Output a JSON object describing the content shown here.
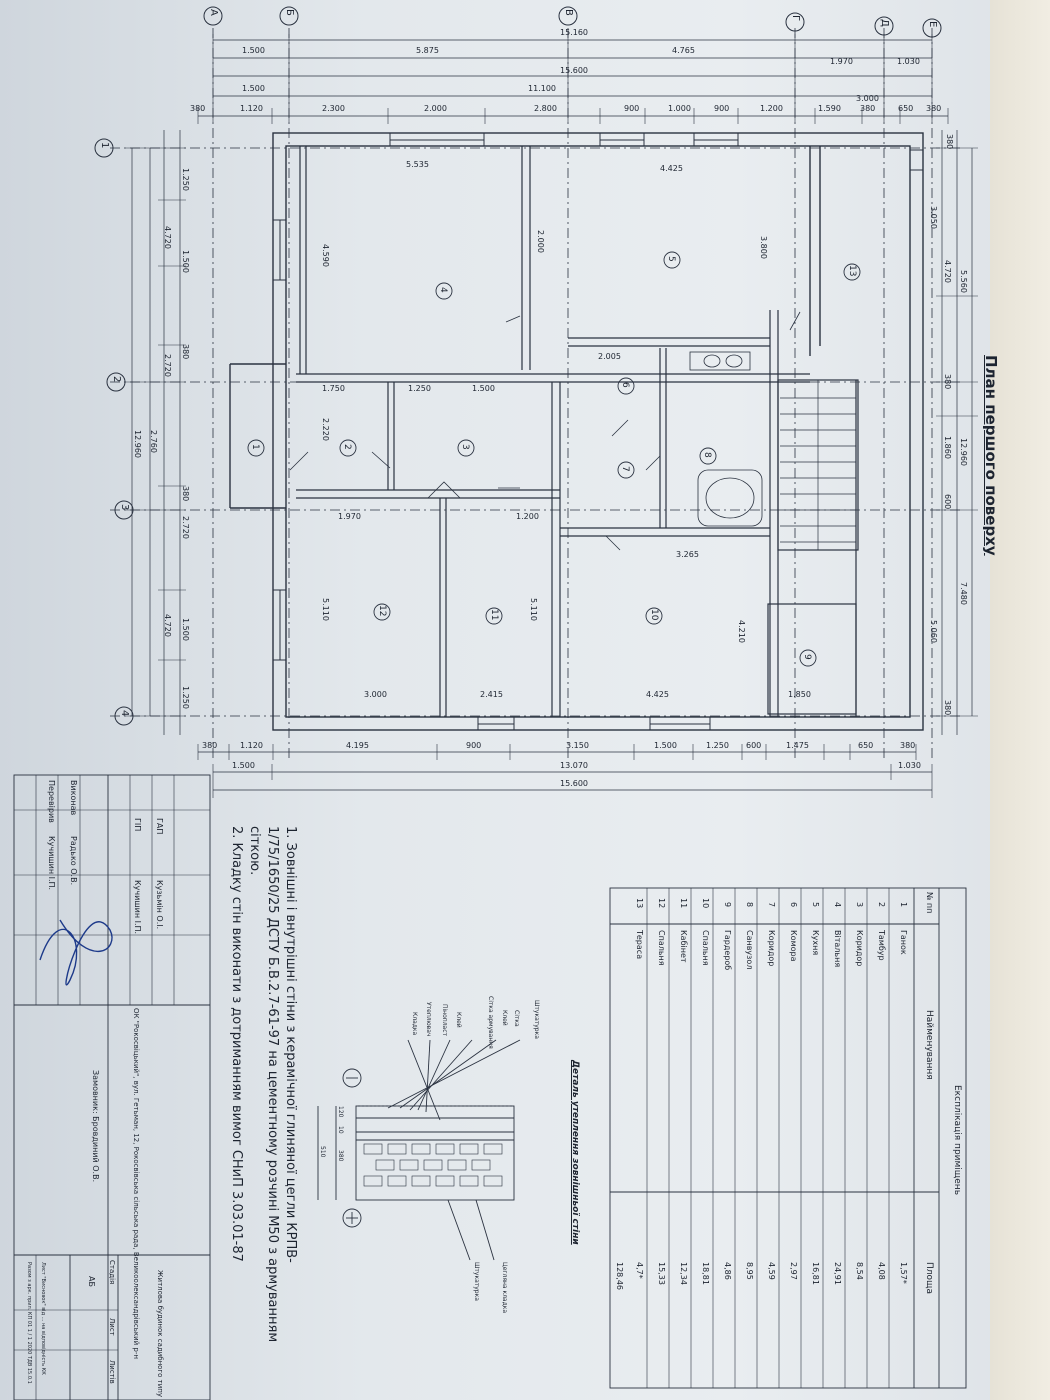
{
  "title": "План першого поверху",
  "grid_axes_top": [
    "А",
    "Б",
    "В",
    "Г",
    "Д",
    "Е"
  ],
  "grid_axes_left": [
    "1",
    "2",
    "3",
    "4"
  ],
  "top_dims_row1": [
    "1.500",
    "5.875",
    "4.765",
    "1.970",
    "1.030"
  ],
  "top_dims_overall_a": "15.160",
  "top_dims_overall_b": "15.600",
  "top_dims_row3": [
    "1.500",
    "11.100",
    "3.000"
  ],
  "top_dims_row4": [
    "380",
    "1.120",
    "2.300",
    "2.000",
    "2.800",
    "900",
    "1.000",
    "900",
    "1.200",
    "1.590",
    "380",
    "650",
    "380"
  ],
  "bottom_dims_row1": [
    "380",
    "1.120",
    "4.195",
    "900",
    "3.150",
    "1.500",
    "1.250",
    "600",
    "1.475",
    "650",
    "380"
  ],
  "bottom_dims_row2": [
    "1.500",
    "13.070",
    "1.030"
  ],
  "bottom_dims_overall": "15.600",
  "left_dims": [
    "1.250",
    "4.720",
    "1.500",
    "380",
    "2.720",
    "2.760",
    "12.960",
    "380",
    "2.720",
    "1.500",
    "4.720",
    "1.250"
  ],
  "right_dims": [
    "380",
    "3.050",
    "4.720",
    "5.560",
    "380",
    "1.860",
    "600",
    "12.960",
    "7.480",
    "5.060",
    "380"
  ],
  "room_numbers": [
    "1",
    "2",
    "3",
    "4",
    "5",
    "6",
    "7",
    "8",
    "9",
    "10",
    "11",
    "12",
    "13"
  ],
  "interior_dims": [
    "5.535",
    "4.425",
    "4.590",
    "2.000",
    "3.800",
    "2.005",
    "1.750",
    "1.250",
    "1.500",
    "2.220",
    "3.265",
    "1.970",
    "1.200",
    "3.000",
    "2.415",
    "4.425",
    "1.850",
    "5.110",
    "5.110",
    "4.210"
  ],
  "explication": {
    "title": "Експлікація приміщень",
    "headers": [
      "№ пп",
      "Найменування",
      "Площа"
    ],
    "rows": [
      [
        "1",
        "Ганок",
        "1,57*"
      ],
      [
        "2",
        "Тамбур",
        "4,08"
      ],
      [
        "3",
        "Коридор",
        "8,54"
      ],
      [
        "4",
        "Вітальня",
        "24,91"
      ],
      [
        "5",
        "Кухня",
        "16,81"
      ],
      [
        "6",
        "Комора",
        "2,97"
      ],
      [
        "7",
        "Коридор",
        "4,59"
      ],
      [
        "8",
        "Санвузол",
        "8,95"
      ],
      [
        "9",
        "Гардероб",
        "4,86"
      ],
      [
        "10",
        "Спальня",
        "18,81"
      ],
      [
        "11",
        "Кабінет",
        "12,34"
      ],
      [
        "12",
        "Спальня",
        "15,33"
      ],
      [
        "13",
        "Тераса",
        "4,7*"
      ]
    ],
    "total": "128,46"
  },
  "wall_detail": {
    "title": "Деталь утеплення зовнішньої стіни",
    "layers": [
      "Штукатурка",
      "Сітка",
      "Клей",
      "Сітка армування",
      "Клей",
      "Пінопласт",
      "Утеплювач",
      "Кладка"
    ],
    "right_labels": [
      "Цегляна кладка",
      "Штукатурка"
    ],
    "dim_labels": [
      "120",
      "10",
      "380",
      "510"
    ]
  },
  "notes": [
    "1. Зовнішні і внутрішні стіни з керамічної глиняної цегли КРПВ-",
    "1/75/1650/25 ДСТУ Б.В.2.7-61-97 на цементному розчині М50 з армуванням",
    "сіткою.",
    "2. Кладку стін виконати з дотриманням вимог СНиП 3.03.01-87"
  ],
  "title_block": {
    "roles": [
      "ГАП",
      "ГІП",
      "Виконав",
      "Перевірив"
    ],
    "names": [
      "Кузьмін О.І.",
      "Кучишин І.П.",
      "Радько О.В.",
      "Кучишин І.П."
    ],
    "project": "Житлова будинок садибного типу",
    "address": "ОК \"Рокосвіцький\", вул. Гетьман, 12, Рокосвівська сільська рада, Великоолександрівський р-н",
    "customer": "Замовник: Бровдиний О.В.",
    "stage_headers": [
      "Стадія",
      "Лист",
      "Листів"
    ],
    "stage": "АБ",
    "footnote_1": "Лист \"Висновок\" від ... на відповідність КК",
    "footnote_2": "Разом з арк. прил. КП 01 1 / 1 2020 ТДВ 15.0.1"
  }
}
